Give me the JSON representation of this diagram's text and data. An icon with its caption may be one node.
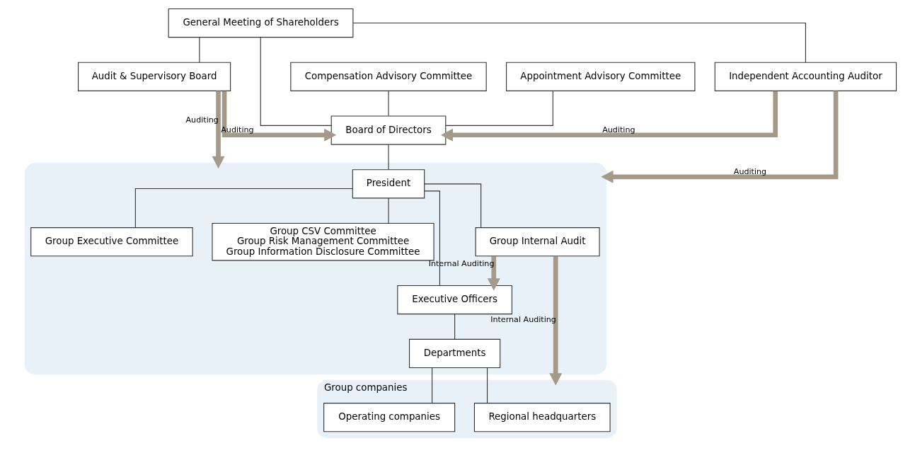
{
  "diagram": {
    "nodes": [
      {
        "text": [
          "General Meeting of Shareholders"
        ]
      },
      {
        "text": [
          "Audit & Supervisory Board"
        ]
      },
      {
        "text": [
          "Board of Directors"
        ]
      },
      {
        "text": [
          "Independent Accounting Auditor"
        ]
      },
      {
        "text": [
          "Compensation Advisory Committee"
        ]
      },
      {
        "text": [
          "Appointment Advisory Committee"
        ]
      },
      {
        "text": [],
        "shape": "band"
      },
      {
        "text": [
          "President"
        ],
        "in": 6
      },
      {
        "text": [
          "Group Executive Committee"
        ],
        "in": 6
      },
      {
        "text": [
          "Group CSV Committee",
          "Group Risk Management Committee",
          "Group Information Disclosure Committee"
        ],
        "in": 6
      },
      {
        "text": [
          "Group Internal Audit"
        ],
        "in": 6
      },
      {
        "text": [
          "Executive Officers"
        ],
        "in": 6
      },
      {
        "text": [
          "Departments"
        ],
        "in": 6
      },
      {
        "text": [
          "Group companies"
        ]
      },
      {
        "text": [
          "Regional headquarters"
        ],
        "in": 13
      },
      {
        "text": [
          "Operating companies"
        ],
        "in": 13
      }
    ],
    "edges": [
      {
        "from": 0,
        "to": 1,
        "arrow": "none"
      },
      {
        "from": 0,
        "to": 2,
        "arrow": "none"
      },
      {
        "from": 0,
        "to": 3,
        "arrow": "none"
      },
      {
        "from": 1,
        "to": 2,
        "arrow": "to",
        "label": "Auditing",
        "style": "thick",
        "color": "#a59a8a"
      },
      {
        "from": 3,
        "to": 2,
        "arrow": "to",
        "label": "Auditing",
        "style": "thick",
        "color": "#a59a8a"
      },
      {
        "from": 1,
        "to": 6,
        "arrow": "to",
        "label": "Auditing",
        "style": "thick",
        "color": "#a59a8a"
      },
      {
        "from": 3,
        "to": 6,
        "arrow": "to",
        "label": "Auditing",
        "style": "thick",
        "color": "#a59a8a"
      },
      {
        "from": 4,
        "to": 2,
        "arrow": "none"
      },
      {
        "from": 5,
        "to": 2,
        "arrow": "none"
      },
      {
        "from": 2,
        "to": 7,
        "arrow": "none"
      },
      {
        "from": 7,
        "to": 8,
        "arrow": "none"
      },
      {
        "from": 7,
        "to": 9,
        "arrow": "none"
      },
      {
        "from": 7,
        "to": 10,
        "arrow": "none"
      },
      {
        "from": 7,
        "to": 11,
        "arrow": "none"
      },
      {
        "from": 10,
        "to": 11,
        "arrow": "to",
        "label": "Internal Auditing",
        "style": "thick",
        "color": "#a59a8a"
      },
      {
        "from": 11,
        "to": 12,
        "arrow": "none"
      },
      {
        "from": 10,
        "to": 13,
        "arrow": "to",
        "label": "Internal Auditing",
        "style": "thick",
        "color": "#a59a8a"
      },
      {
        "from": 12,
        "to": 14,
        "arrow": "none"
      },
      {
        "from": 12,
        "to": 15,
        "arrow": "none"
      }
    ]
  }
}
